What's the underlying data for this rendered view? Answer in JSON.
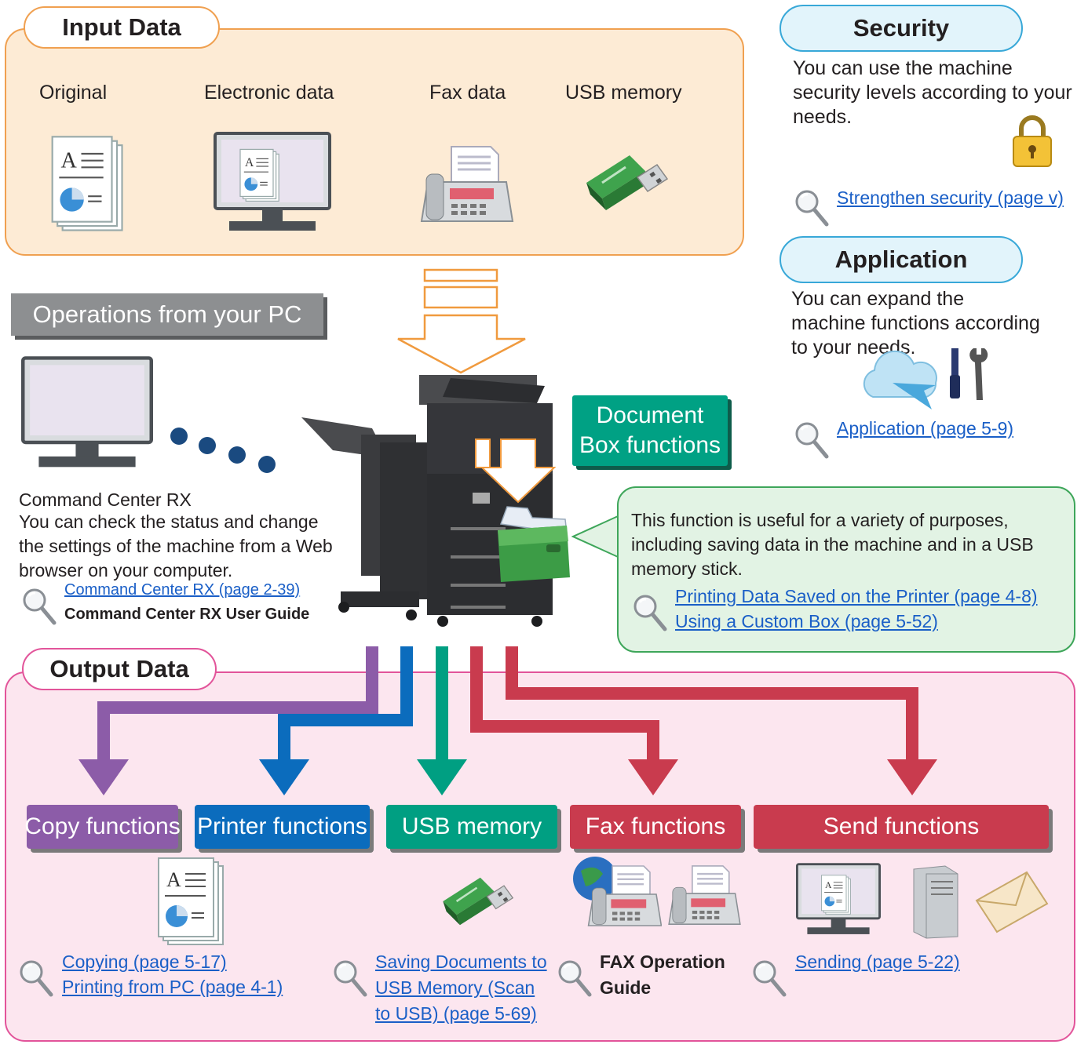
{
  "input_panel": {
    "title": "Input Data",
    "items": [
      "Original",
      "Electronic data",
      "Fax data",
      "USB memory"
    ]
  },
  "security": {
    "title": "Security",
    "text": "You can use the machine security levels according to your needs.",
    "link": "Strengthen security (page v)"
  },
  "application": {
    "title": "Application",
    "text": "You can expand the machine functions according to your needs.",
    "link": "Application (page 5-9)"
  },
  "pc_operations": {
    "title": "Operations from your PC",
    "heading": "Command Center RX",
    "text": "You can check the status and change the settings of the machine from a Web browser on your computer.",
    "link": "Command Center RX (page 2-39)",
    "guide": "Command Center RX User Guide"
  },
  "document_box": {
    "title_line1": "Document",
    "title_line2": "Box functions",
    "text": "This function is useful for a variety of purposes, including saving data in the machine and in a USB memory stick.",
    "links": [
      "Printing Data Saved on the Printer (page 4-8)",
      "Using a Custom Box (page 5-52)"
    ]
  },
  "output_panel": {
    "title": "Output Data",
    "functions": [
      "Copy functions",
      "Printer functions",
      "USB memory",
      "Fax functions",
      "Send functions"
    ],
    "copy_links": [
      "Copying (page 5-17)",
      "Printing from PC (page 4-1)"
    ],
    "usb_links": [
      "Saving Documents to ",
      "USB Memory (Scan ",
      "to USB) (page 5-69)"
    ],
    "fax_guide": [
      "FAX Operation",
      "Guide"
    ],
    "send_link": "Sending (page 5-22)"
  },
  "colors": {
    "input_bg": "#fdebd5",
    "input_border": "#f0a050",
    "output_bg": "#fce6ef",
    "output_border": "#e2549a",
    "copy": "#8c5ca8",
    "printer": "#0b6cbd",
    "usb": "#009f82",
    "fax": "#c93b4e",
    "send": "#c93b4e",
    "docbox": "#00a184",
    "docbox_bubble": "#e2f3e4",
    "link": "#1a5fc7"
  }
}
